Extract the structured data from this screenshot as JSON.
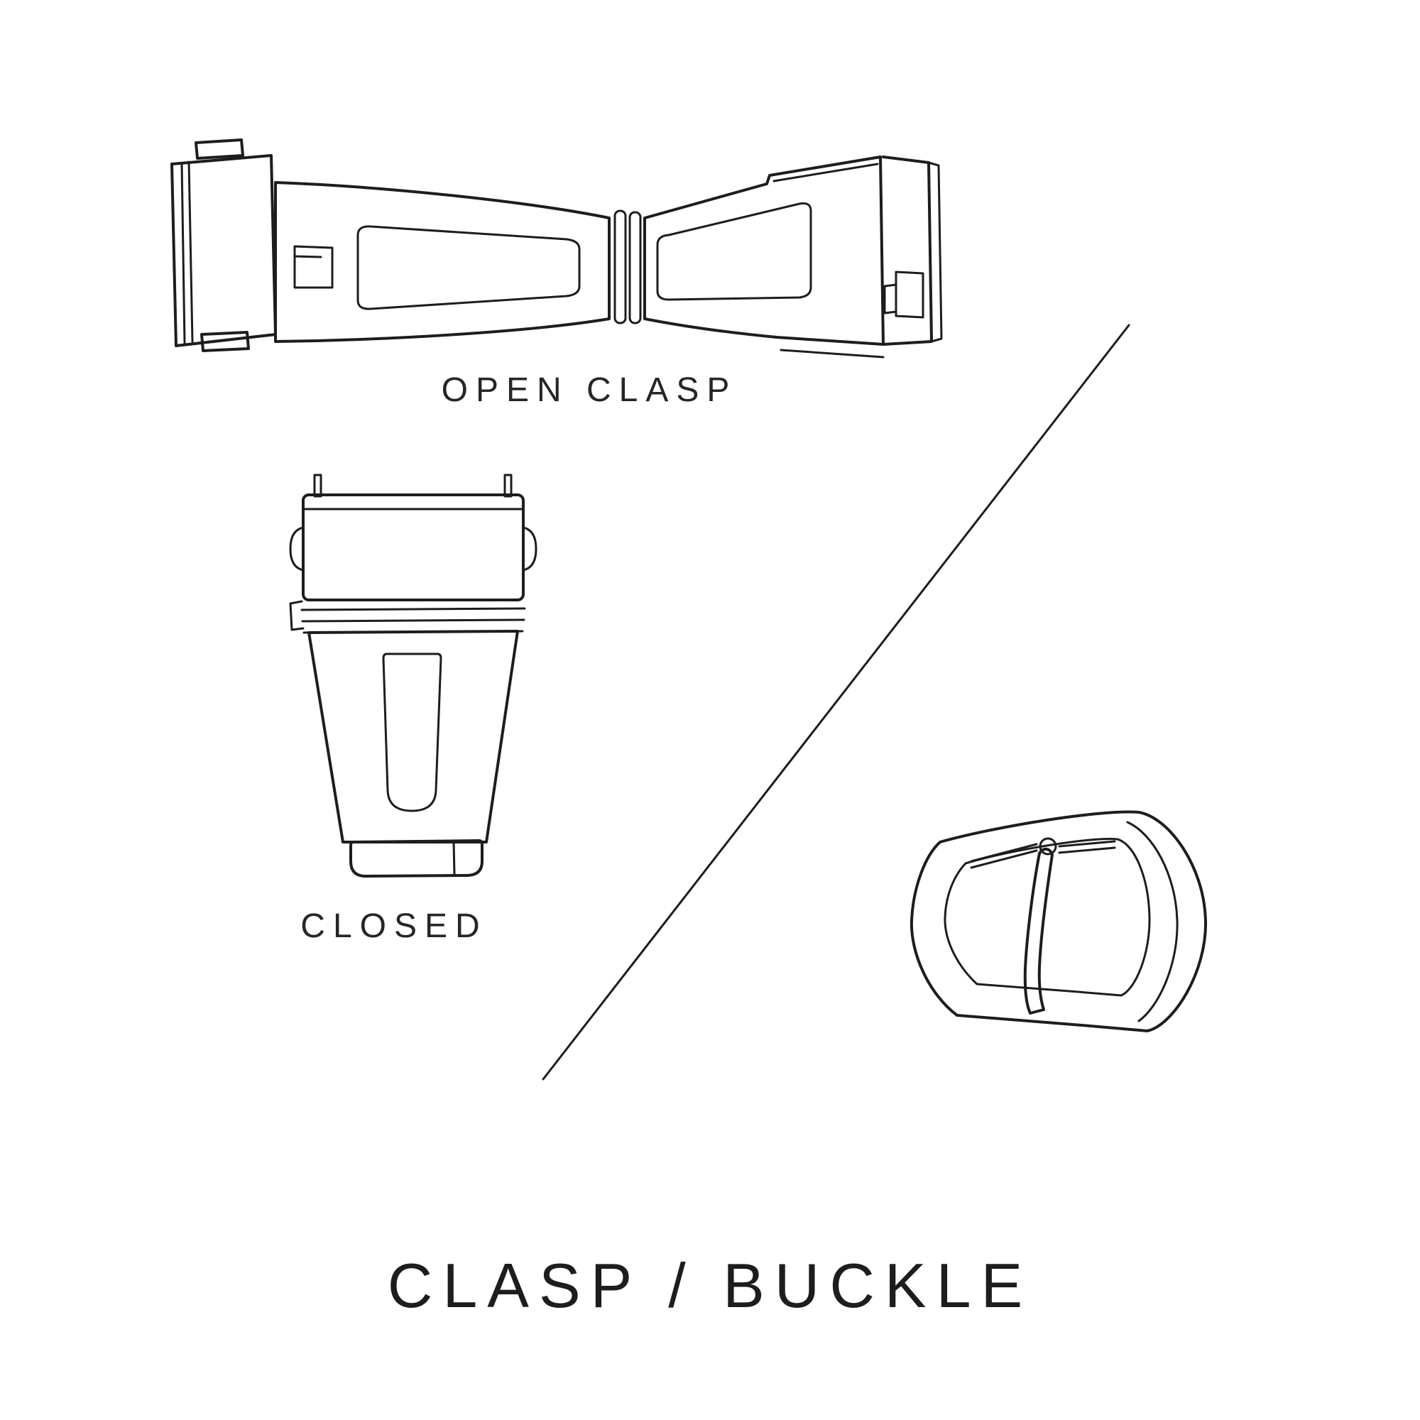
{
  "canvas": {
    "background": "#ffffff",
    "line_color": "#1d1d1d",
    "text_color": "#262626"
  },
  "title": {
    "text": "CLASP / BUCKLE"
  },
  "figures": [
    {
      "id": "open-clasp",
      "label": "OPEN CLASP"
    },
    {
      "id": "closed-clasp",
      "label": "CLOSED"
    },
    {
      "id": "tang-buckle",
      "label": ""
    }
  ]
}
